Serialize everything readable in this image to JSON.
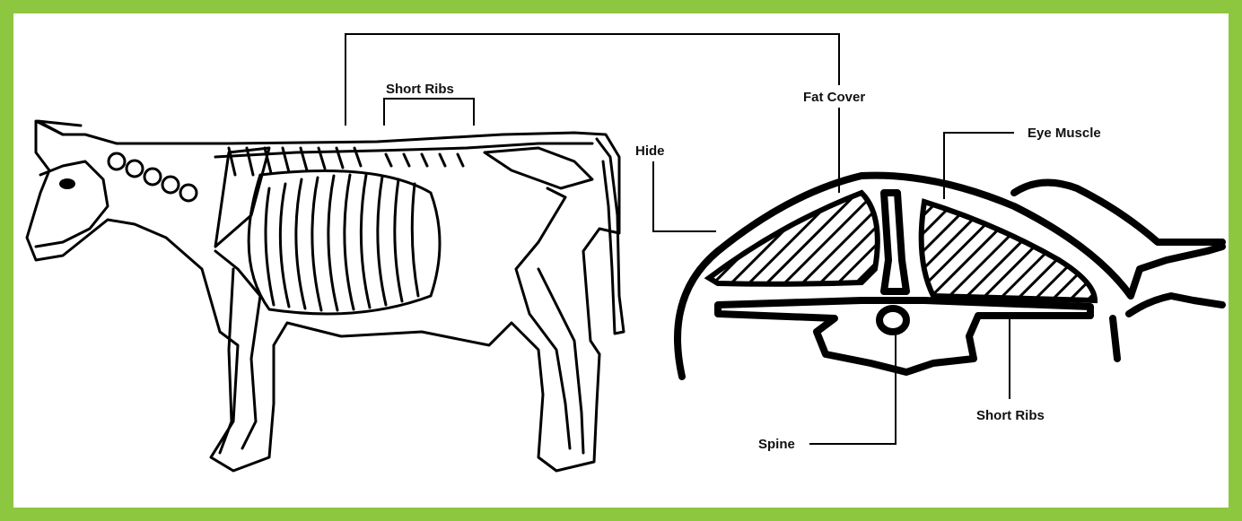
{
  "labels": {
    "short_ribs_top": "Short Ribs",
    "fat_cover": "Fat Cover",
    "eye_muscle": "Eye Muscle",
    "hide": "Hide",
    "short_ribs_bottom": "Short Ribs",
    "spine": "Spine"
  },
  "colors": {
    "frame": "#8dc63f",
    "ink": "#000000",
    "background": "#ffffff"
  }
}
